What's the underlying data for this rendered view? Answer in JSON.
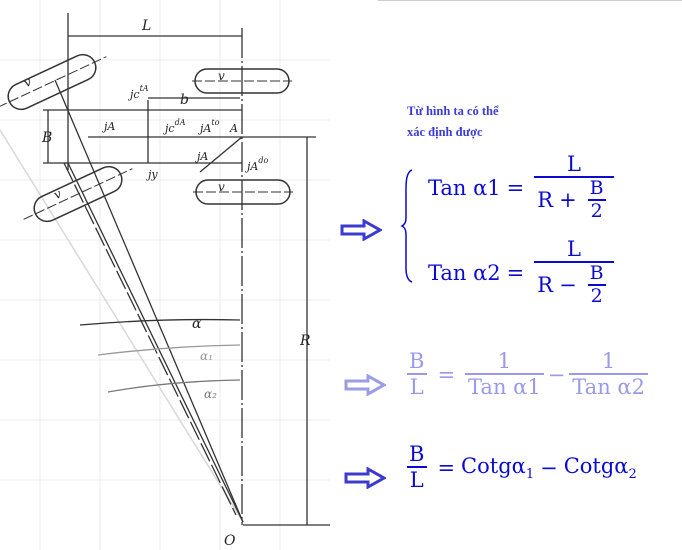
{
  "diagram": {
    "labels": {
      "L": "L",
      "b": "b",
      "B": "B",
      "A": "A",
      "R": "R",
      "O": "O",
      "alpha": "α",
      "alpha1": "α₁",
      "alpha2": "α₂",
      "v": "v",
      "jc_ta": "jc",
      "jc_ta_sup": "tA",
      "jc_dA": "jc",
      "jc_dA_sup": "dA",
      "jA_to": "jA",
      "jA_to_sup": "to",
      "jA_do": "jA",
      "jA_do_sup": "do",
      "jA": "jA",
      "jA2": "jA",
      "jy": "jy"
    }
  },
  "note": {
    "line1": "Từ hình ta có thể",
    "line2": "xác định được"
  },
  "system": {
    "eq1": {
      "lhs": "Tan α1",
      "eq": "=",
      "num": "L",
      "den_a": "R",
      "den_op": "+",
      "den_num": "B",
      "den_den": "2"
    },
    "eq2": {
      "lhs": "Tan α2",
      "eq": "=",
      "num": "L",
      "den_a": "R",
      "den_op": "−",
      "den_num": "B",
      "den_den": "2"
    }
  },
  "step2": {
    "num": "B",
    "den": "L",
    "eq": "=",
    "t1_num": "1",
    "t1_den": "Tan α1",
    "minus": "−",
    "t2_num": "1",
    "t2_den": "Tan α2"
  },
  "step3": {
    "num": "B",
    "den": "L",
    "eq": "=",
    "t1": "Cotgα",
    "t1_sub": "1",
    "minus": "−",
    "t2": "Cotgα",
    "t2_sub": "2"
  },
  "colors": {
    "formula": "#0a0ad0",
    "faded": "#9a9ae8",
    "arrow": "#3b3bd0"
  }
}
